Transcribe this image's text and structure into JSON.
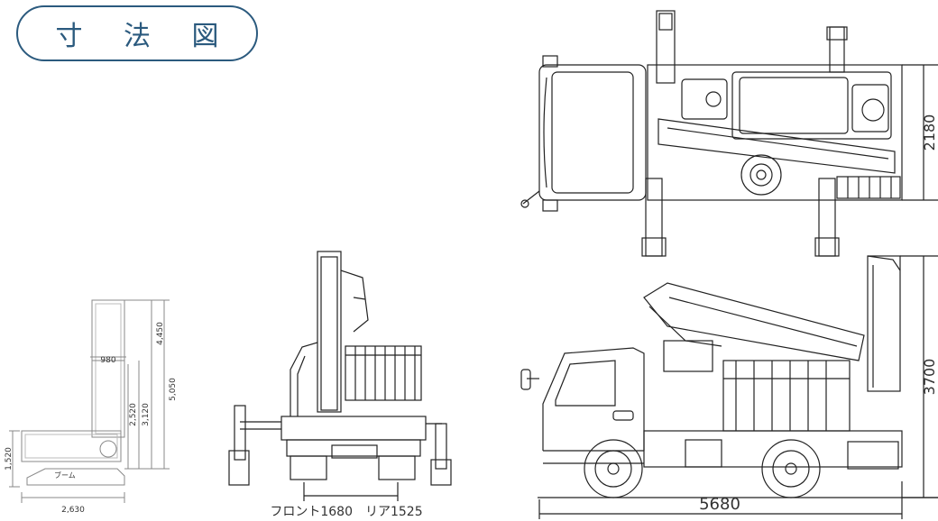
{
  "title": "寸 法 図",
  "reach_diagram": {
    "width_total": "2,630",
    "height_left": "1,520",
    "boom_label": "ブーム",
    "basket_width": "980",
    "dim_a": "2,520",
    "dim_b": "3,120",
    "dim_c": "4,450",
    "dim_d": "5,050"
  },
  "rear_view": {
    "tread_label": "フロント1680　リア1525"
  },
  "top_view": {
    "width_label": "2180"
  },
  "side_view": {
    "height_label": "3700",
    "length_label": "5680"
  },
  "colors": {
    "title": "#2b5a7e",
    "line": "#222222"
  }
}
